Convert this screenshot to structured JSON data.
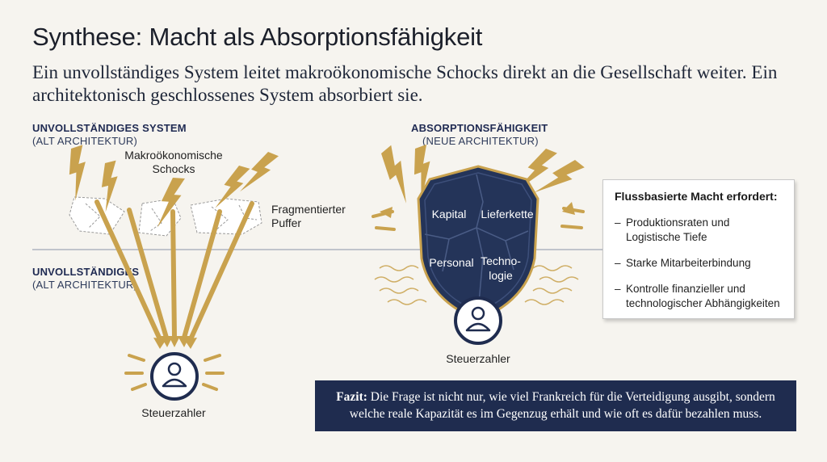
{
  "title": "Synthese: Macht als Absorptionsfähigkeit",
  "subtitle": "Ein unvollständiges System leitet makroökonomische Schocks direkt an die Gesellschaft weiter. Ein architektonisch geschlossenes System absorbiert sie.",
  "left": {
    "heading_top": "UNVOLLSTÄNDIGES SYSTEM",
    "sub_top": "(ALT ARCHITEKTUR)",
    "heading_bottom": "UNVOLLSTÄNDIGES",
    "sub_bottom": "(ALT ARCHITEKTUR)",
    "shocks_label": "Makroökonomische Schocks",
    "buffer_label": "Fragmentierter Puffer",
    "person_label": "Steuerzahler"
  },
  "right": {
    "heading": "ABSORPTIONSFÄHIGKEIT",
    "sub": "(NEUE ARCHITEKTUR)",
    "shield": {
      "q1": "Kapital",
      "q2": "Lieferkette",
      "q3": "Personal",
      "q4": "Techno-logie"
    },
    "person_label": "Steuerzahler"
  },
  "info_box": {
    "title": "Flussbasierte Macht erfordert:",
    "items": [
      "Produktionsraten und Logistische Tiefe",
      "Starke Mitarbeiterbindung",
      "Kontrolle finanzieller und technologischer Abhängigkeiten"
    ]
  },
  "fazit": {
    "label": "Fazit:",
    "text": "Die Frage ist nicht nur, wie viel Frankreich für die Verteidigung ausgibt, sondern welche reale Kapazität es im Gegenzug erhält und wie oft es dafür bezahlen muss."
  },
  "colors": {
    "navy": "#1f2c4f",
    "gold": "#c9a24e",
    "background": "#f6f4ef"
  },
  "icons": [
    "lightning-bolt-icon",
    "person-icon",
    "shield-icon"
  ]
}
